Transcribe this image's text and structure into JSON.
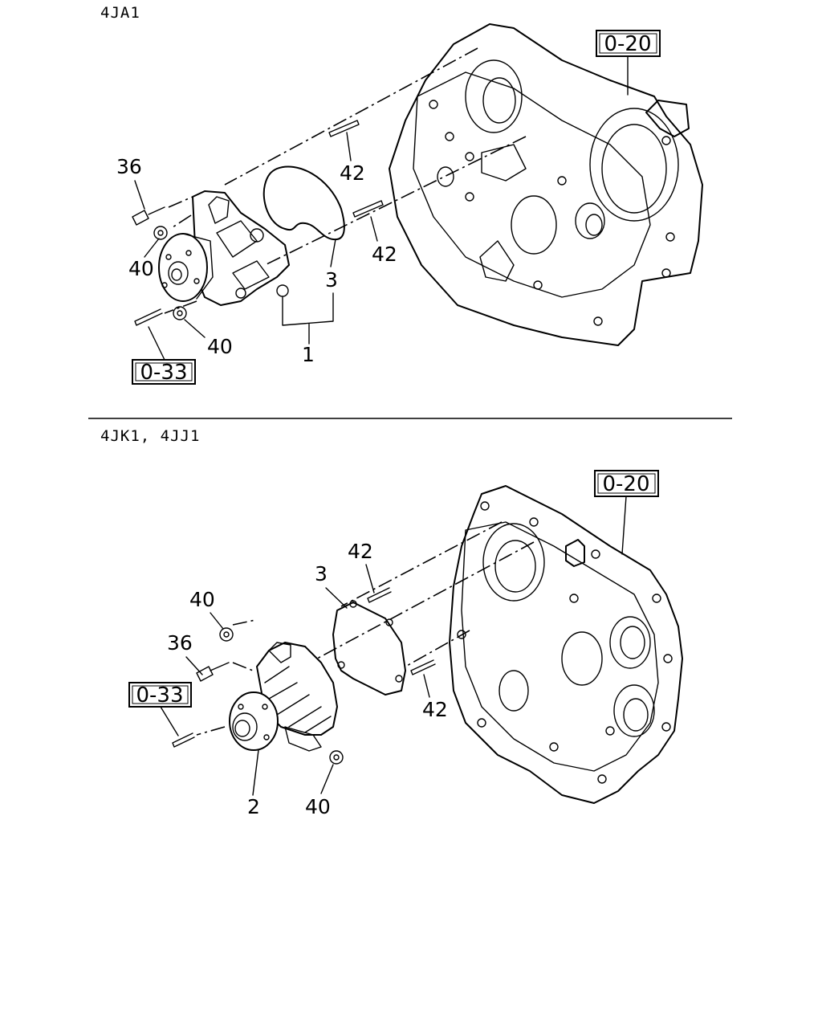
{
  "sections": [
    {
      "header": "4JA1",
      "refs": [
        "0-20",
        "0-33"
      ],
      "callouts": [
        "36",
        "40",
        "40",
        "42",
        "42",
        "3",
        "1"
      ]
    },
    {
      "header": "4JK1, 4JJ1",
      "refs": [
        "0-20",
        "0-33"
      ],
      "callouts": [
        "42",
        "3",
        "40",
        "36",
        "42",
        "2",
        "40"
      ]
    }
  ]
}
